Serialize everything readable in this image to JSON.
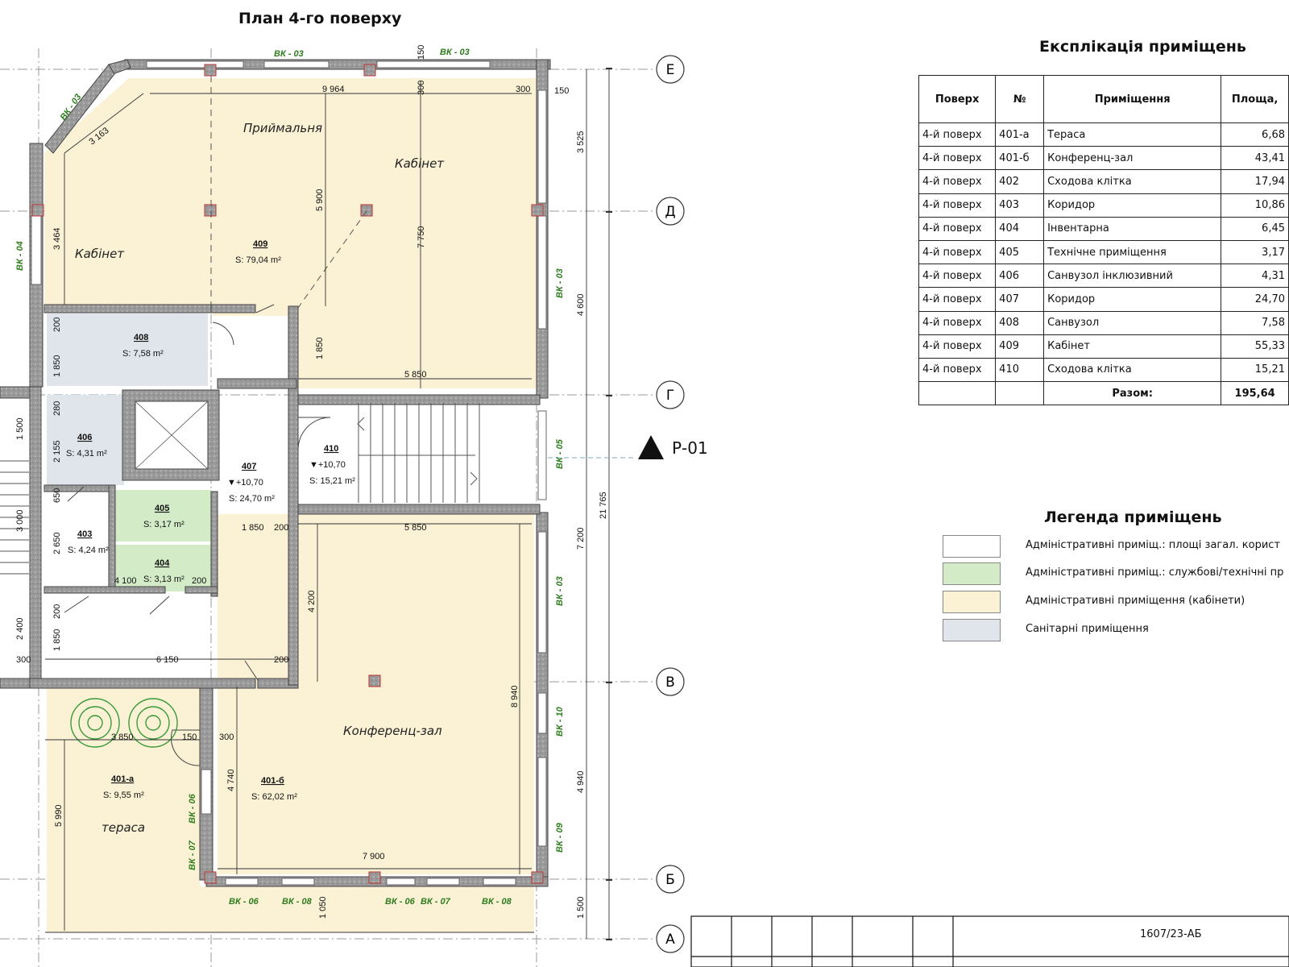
{
  "plan_title": "План 4-го поверху",
  "explication": {
    "title": "Експлікація приміщень",
    "headers": [
      "Поверх",
      "№",
      "Приміщення",
      "Площа,"
    ],
    "rows": [
      [
        "4-й поверх",
        "401-а",
        "Тераса",
        "6,68"
      ],
      [
        "4-й поверх",
        "401-б",
        "Конференц-зал",
        "43,41"
      ],
      [
        "4-й поверх",
        "402",
        "Сходова клітка",
        "17,94"
      ],
      [
        "4-й поверх",
        "403",
        "Коридор",
        "10,86"
      ],
      [
        "4-й поверх",
        "404",
        "Інвентарна",
        "6,45"
      ],
      [
        "4-й поверх",
        "405",
        "Технічне приміщення",
        "3,17"
      ],
      [
        "4-й поверх",
        "406",
        "Санвузол інклюзивний",
        "4,31"
      ],
      [
        "4-й поверх",
        "407",
        "Коридор",
        "24,70"
      ],
      [
        "4-й поверх",
        "408",
        "Санвузол",
        "7,58"
      ],
      [
        "4-й поверх",
        "409",
        "Кабінет",
        "55,33"
      ],
      [
        "4-й поверх",
        "410",
        "Сходова клітка",
        "15,21"
      ]
    ],
    "total_label": "Разом:",
    "total_value": "195,64"
  },
  "legend": {
    "title": "Легенда приміщень",
    "items": [
      {
        "text": "Адміністративні приміщ.: площі загал. корист",
        "color": "#ffffff"
      },
      {
        "text": "Адміністративні приміщ.:  службові/технічні пр",
        "color": "#d3ecc7"
      },
      {
        "text": "Адміністративні приміщення (кабінети)",
        "color": "#fbf1d4"
      },
      {
        "text": "Санітарні приміщення",
        "color": "#dfe5ea"
      }
    ]
  },
  "section_mark": "Р-01",
  "stamp_code": "1607/23-АБ",
  "colors": {
    "office": "#fbf1d4",
    "technical": "#d3ecc7",
    "sanitary": "#dfe5ea",
    "wall": "#8a8a8a",
    "window_tag": "#2e7d1f",
    "column": "#e05050"
  },
  "axes": [
    "Е",
    "Д",
    "Г",
    "В",
    "Б",
    "А"
  ],
  "rooms": [
    {
      "id": "409",
      "area": "S: 79,04 m²"
    },
    {
      "id": "408",
      "area": "S: 7,58 m²"
    },
    {
      "id": "406",
      "area": "S: 4,31 m²"
    },
    {
      "id": "405",
      "area": "S: 3,17 m²"
    },
    {
      "id": "404",
      "area": "S: 3,13 m²"
    },
    {
      "id": "403",
      "area": "S: 4,24 m²"
    },
    {
      "id": "407",
      "area": "S: 24,70 m²"
    },
    {
      "id": "410",
      "area": "S: 15,21 m²"
    },
    {
      "id": "401-а",
      "area": "S: 9,55 m²"
    },
    {
      "id": "401-б",
      "area": "S: 62,02 m²"
    }
  ],
  "room_names": {
    "reception": "Приймальня",
    "cabinet_right": "Кабінет",
    "cabinet_left": "Кабінет",
    "conference": "Конференц-зал",
    "terrace": "тераса"
  },
  "levels": {
    "407": "▼+10,70",
    "410": "▼+10,70"
  },
  "window_tags": [
    "ВК - 03",
    "ВК - 03",
    "ВК - 03",
    "ВК - 04",
    "ВК - 03",
    "ВК - 05",
    "ВК - 03",
    "ВК - 10",
    "ВК - 09",
    "ВК - 06",
    "ВК - 07",
    "ВК - 06",
    "ВК - 08",
    "ВК - 06",
    "ВК - 07",
    "ВК - 08"
  ],
  "dims": {
    "d9964": "9 964",
    "d300a": "300",
    "d300b": "300",
    "d150a": "150",
    "d150b": "150",
    "d3525": "3 525",
    "d4600": "4 600",
    "d7200": "7 200",
    "d4940": "4 940",
    "d1500r": "1 500",
    "d21765": "21 765",
    "d3163": "3 163",
    "d3464": "3 464",
    "d5900": "5 900",
    "d7750": "7 750",
    "d1850a": "1 850",
    "d5850a": "5 850",
    "d200a": "200",
    "d1850b": "1 850",
    "d280": "280",
    "d2155": "2 155",
    "d650": "650",
    "d2650": "2 650",
    "d200b": "200",
    "d1850c": "1 850",
    "d1500l": "1 500",
    "d3000": "3 000",
    "d2400": "2 400",
    "d300c": "300",
    "d1850d": "1 850",
    "d200c": "200",
    "d5850b": "5 850",
    "d4100": "4 100",
    "d200d": "200",
    "d4200": "4 200",
    "d6150": "6 150",
    "d200e": "200",
    "d8940": "8 940",
    "d3850": "3 850",
    "d150c": "150",
    "d300d": "300",
    "d4740": "4 740",
    "d5990": "5 990",
    "d7900": "7 900",
    "d1050": "1 050"
  }
}
